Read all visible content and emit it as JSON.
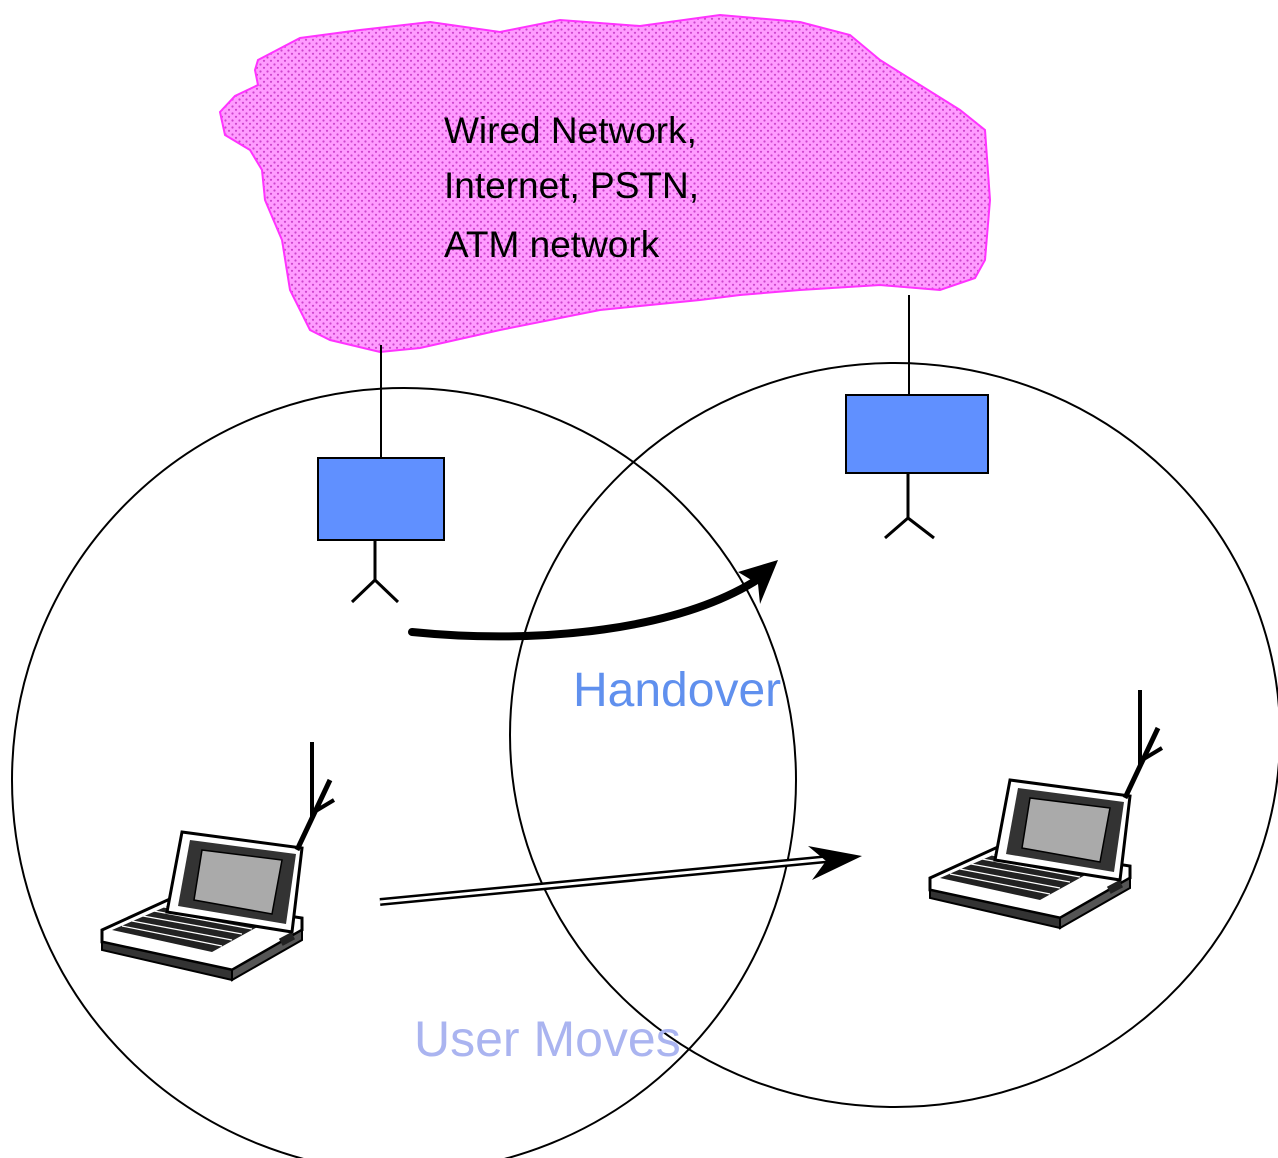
{
  "cloud": {
    "lines": [
      "Wired Network,",
      "Internet, PSTN,",
      "ATM network"
    ],
    "fill": "#ff99ff",
    "dot_color": "#cc33cc"
  },
  "labels": {
    "handover": "Handover",
    "user_moves": "User Moves"
  },
  "colors": {
    "base_station": "#6090ff",
    "handover_text": "#6090ee",
    "user_moves_text": "#aab4f0"
  },
  "icons": {
    "base_station": "base-station-icon",
    "laptop": "laptop-icon"
  }
}
